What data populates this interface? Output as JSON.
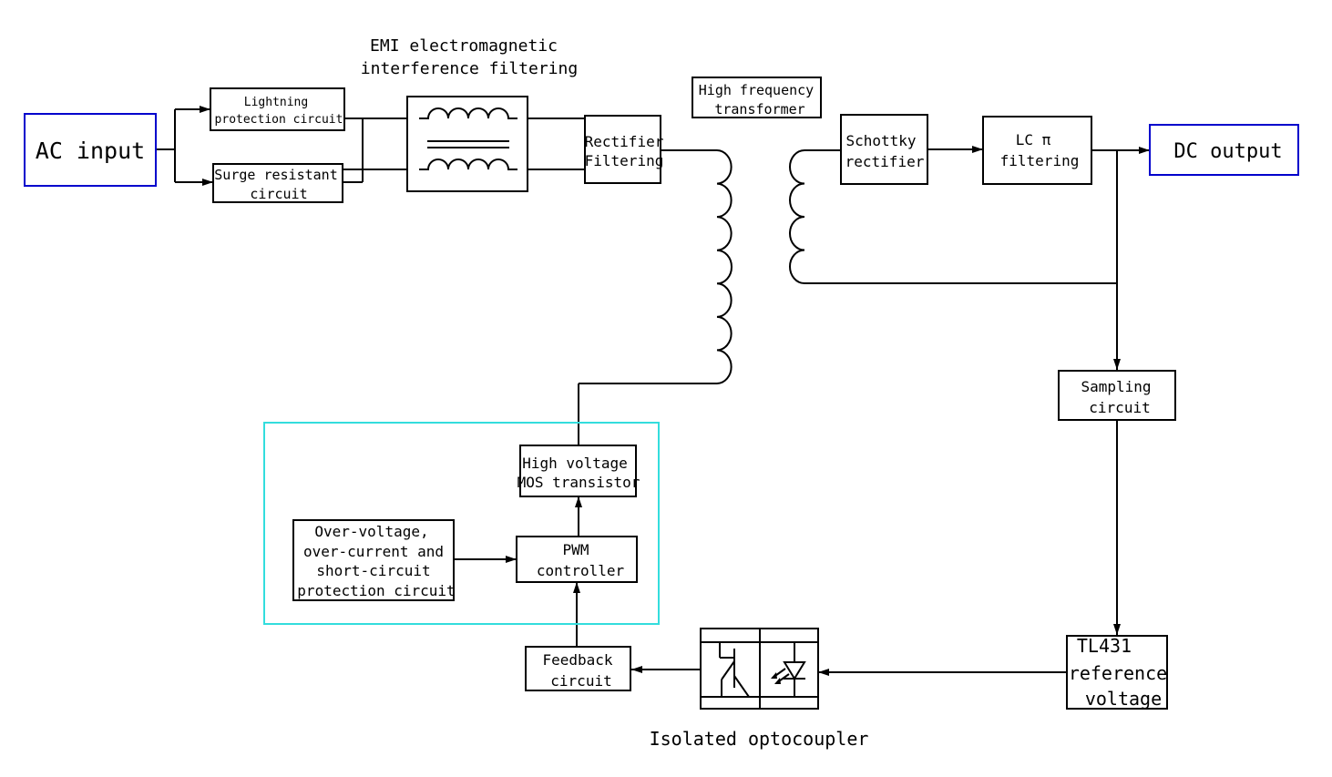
{
  "colors": {
    "io_border": "#0000cc",
    "control_group_border": "#33dddd",
    "line": "#000000"
  },
  "blocks": {
    "ac_input": "AC input",
    "lightning": [
      "Lightning",
      "protection circuit"
    ],
    "surge": [
      "Surge resistant",
      "circuit"
    ],
    "emi_caption": [
      "EMI electromagnetic",
      "interference filtering"
    ],
    "rectifier": [
      "Rectifier",
      "Filtering"
    ],
    "hf_transformer": [
      "High frequency",
      "transformer"
    ],
    "schottky": [
      "Schottky",
      "rectifier"
    ],
    "lc_filter": [
      "LC π",
      "filtering"
    ],
    "dc_output": "DC output",
    "sampling": [
      "Sampling",
      "circuit"
    ],
    "tl431": [
      "TL431",
      "reference",
      "voltage"
    ],
    "optocoupler_caption": "Isolated optocoupler",
    "feedback": [
      "Feedback",
      "circuit"
    ],
    "pwm": [
      "PWM",
      "controller"
    ],
    "mos": [
      "High voltage",
      "MOS transistor"
    ],
    "protection": [
      "Over-voltage,",
      "over-current and",
      "short-circuit",
      "protection circuit"
    ]
  },
  "icons": {
    "emi_filter": "common-mode-choke-icon",
    "transformer_primary": "transformer-primary-winding-icon",
    "transformer_secondary": "transformer-secondary-winding-icon",
    "optocoupler": "optocoupler-icon"
  }
}
